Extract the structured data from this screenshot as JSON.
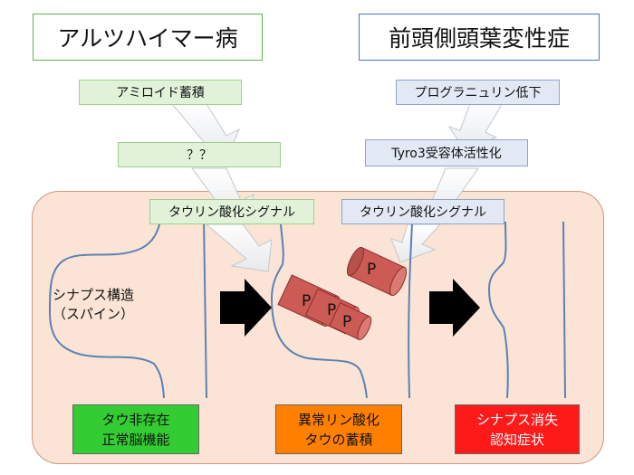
{
  "titles": {
    "left": "アルツハイマー病",
    "right": "前頭側頭葉変性症"
  },
  "left_chain": {
    "step1": "アミロイド蓄積",
    "step2": "？？",
    "step3": "タウリン酸化シグナル"
  },
  "right_chain": {
    "step1": "プログラニュリン低下",
    "step2": "Tyro3受容体活性化",
    "step3": "タウリン酸化シグナル"
  },
  "synapse_label": {
    "line1": "シナプス構造",
    "line2": "（スパイン）"
  },
  "phospho_marks": [
    "P",
    "P",
    "P",
    "P"
  ],
  "bottom": {
    "normal": {
      "line1": "タウ非存在",
      "line2": "正常脳機能"
    },
    "abnormal": {
      "line1": "異常リン酸化",
      "line2": "タウの蓄積"
    },
    "loss": {
      "line1": "シナプス消失",
      "line2": "認知症状"
    }
  },
  "colors": {
    "green_box": "#33cc33",
    "orange_box": "#ff8000",
    "red_box": "#ff1a1a",
    "panel": "#fbe4d6",
    "tau_cylinder": "#cc5a55",
    "membrane": "#5a82b4"
  }
}
